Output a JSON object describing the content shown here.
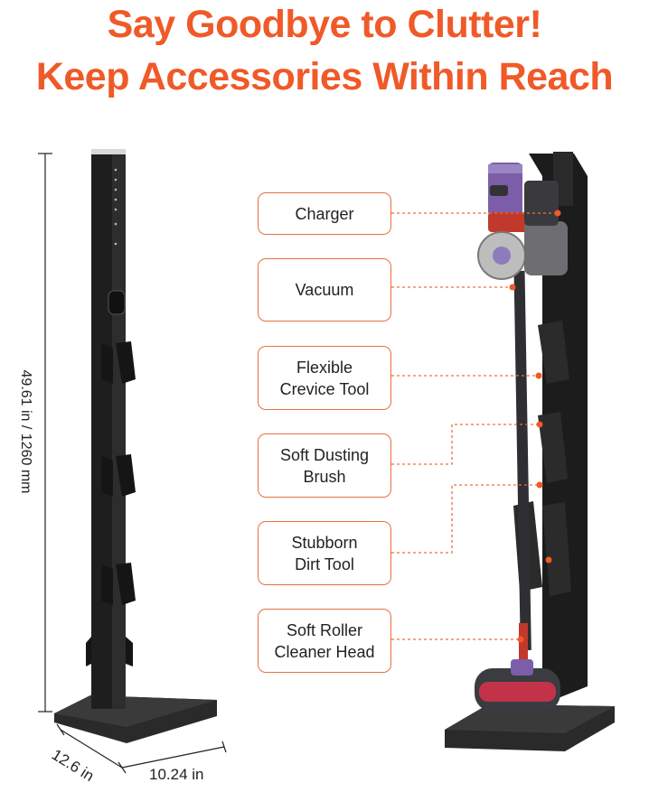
{
  "headline": {
    "line1": "Say Goodbye to Clutter!",
    "line2": "Keep Accessories Within Reach"
  },
  "dimensions": {
    "height": "49.61 in / 1260 mm",
    "depth": "12.6 in",
    "width": "10.24 in"
  },
  "labels": [
    {
      "line1": "Charger",
      "line2": ""
    },
    {
      "line1": "Vacuum",
      "line2": ""
    },
    {
      "line1": "Flexible",
      "line2": "Crevice Tool"
    },
    {
      "line1": "Soft Dusting",
      "line2": "Brush"
    },
    {
      "line1": "Stubborn",
      "line2": "Dirt Tool"
    },
    {
      "line1": "Soft Roller",
      "line2": "Cleaner Head"
    }
  ],
  "colors": {
    "accent": "#ef5a28",
    "stand": "#1e1e1e",
    "vacuum_purple": "#7b5ea7",
    "vacuum_red": "#c0392b"
  }
}
